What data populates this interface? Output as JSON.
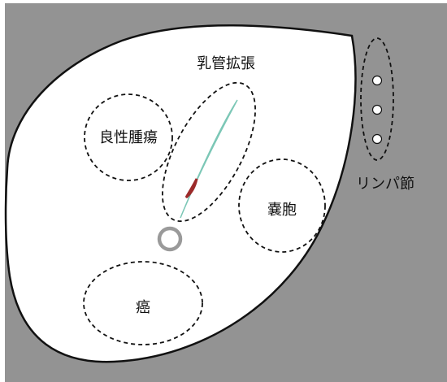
{
  "labels": {
    "duct_ectasia": "乳管拡張",
    "benign_tumor": "良性腫瘍",
    "cyst": "嚢胞",
    "cancer": "癌",
    "lymph_node": "リンパ節"
  },
  "colors": {
    "background": "#939393",
    "breast_fill": "#ffffff",
    "outline": "#111111",
    "duct": "#8fd4c4",
    "lesion": "#9c2a2a",
    "nipple_ring": "#9a9a9a"
  },
  "lymph_node_count": 3
}
